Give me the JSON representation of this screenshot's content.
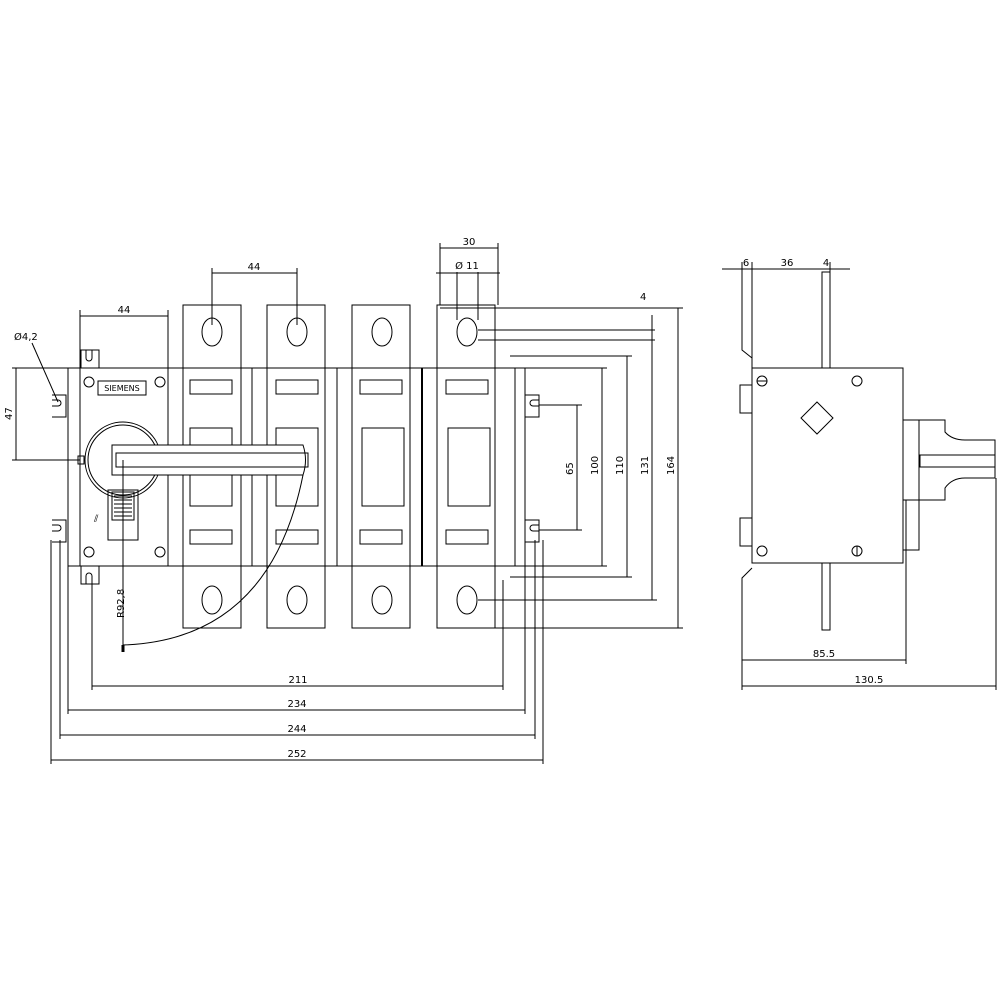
{
  "drawing": {
    "logo_text": "SIEMENS",
    "front_view": {
      "dim_handle_module_width": "44",
      "dim_pole_pitch": "44",
      "dim_terminal_width": "30",
      "dim_terminal_hole": "Ø 11",
      "dim_terminal_offset": "4",
      "dim_mount_hole": "Ø4,2",
      "dim_handle_height": "47",
      "dim_mount_pitch": "65",
      "dim_body_height": "100",
      "dim_height_110": "110",
      "dim_height_131": "131",
      "dim_total_height": "164",
      "dim_handle_radius": "R92,8",
      "dim_width_211": "211",
      "dim_width_234": "234",
      "dim_width_244": "244",
      "dim_width_252": "252"
    },
    "side_view": {
      "dim_6": "6",
      "dim_36": "36",
      "dim_4": "4",
      "dim_depth_85_5": "85.5",
      "dim_depth_130_5": "130.5"
    }
  }
}
